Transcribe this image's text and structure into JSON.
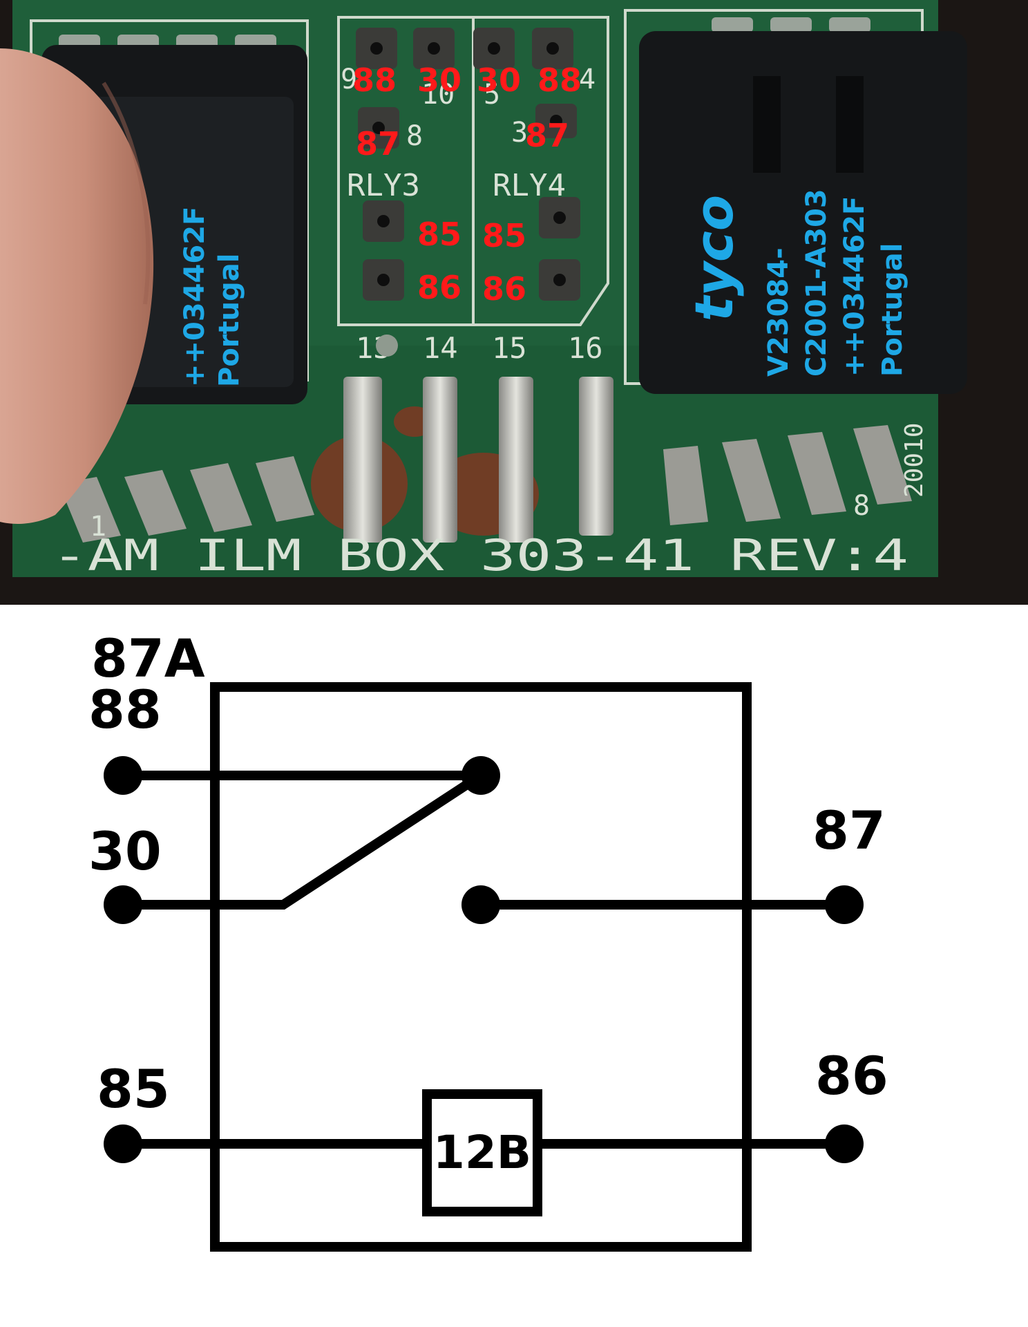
{
  "photo": {
    "board_text": "-AM  ILM  BOX  303-41  REV:4",
    "relay_labels": [
      "RLY3",
      "RLY4"
    ],
    "header_pin_numbers": [
      "13",
      "14",
      "15",
      "16"
    ],
    "side_pin_numbers": [
      "1",
      "8"
    ],
    "year_text": "20010",
    "pad_numbers": [
      "9",
      "10",
      "5",
      "4",
      "8",
      "3"
    ],
    "pin_overlays": [
      "88",
      "30",
      "30",
      "88",
      "87",
      "87",
      "85",
      "85",
      "86",
      "86"
    ],
    "relay_left_text": [
      "++034462F",
      "Portugal"
    ],
    "relay_right_text": [
      "tyco",
      "V23084-",
      "C2001-A303",
      "++034462F",
      "Portugal"
    ]
  },
  "diagram": {
    "labels": {
      "t87a": "87A",
      "t88": "88",
      "t30": "30",
      "t87": "87",
      "t85": "85",
      "t86": "86"
    },
    "coil_label": "12B"
  }
}
